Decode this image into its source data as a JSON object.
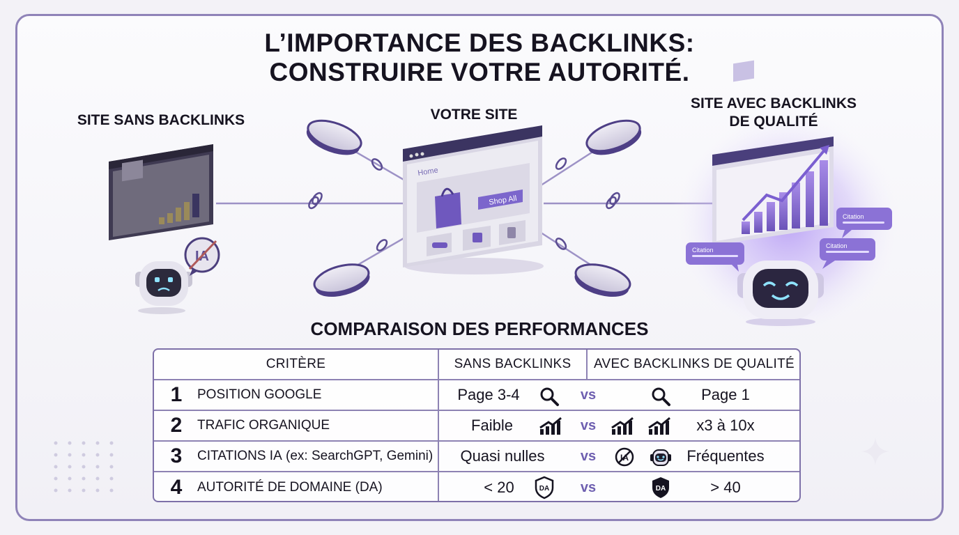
{
  "header": {
    "title_line1": "L’IMPORTANCE DES BACKLINKS:",
    "title_line2": "CONSTRUIRE VOTRE AUTORITÉ."
  },
  "sections": {
    "left_label": "SITE SANS BACKLINKS",
    "center_label": "VOTRE SITE",
    "right_label_line1": "SITE AVEC BACKLINKS",
    "right_label_line2": "DE QUALITÉ"
  },
  "center_site": {
    "nav_text": "Home",
    "button_text": "Shop All"
  },
  "left_robot": {
    "bubble_text": "IA"
  },
  "right_robot": {
    "bubble1": "Citation",
    "bubble2": "Citation",
    "bubble3": "Citation"
  },
  "comparison": {
    "title": "COMPARAISON DES PERFORMANCES",
    "headers": {
      "criteria": "CRITÈRE",
      "without": "SANS BACKLINKS",
      "with": "AVEC BACKLINKS DE QUALITÉ"
    },
    "vs_label": "vs",
    "rows": [
      {
        "num": "1",
        "criteria": "POSITION GOOGLE",
        "criteria_extra": "",
        "without": "Page 3-4",
        "with": "Page 1"
      },
      {
        "num": "2",
        "criteria": "TRAFIC ORGANIQUE",
        "criteria_extra": "",
        "without": "Faible",
        "with": "x3 à 10x"
      },
      {
        "num": "3",
        "criteria": "CITATIONS IA",
        "criteria_extra": " (ex: SearchGPT, Gemini)",
        "without": "Quasi nulles",
        "with": "Fréquentes"
      },
      {
        "num": "4",
        "criteria": "AUTORITÉ DE DOMAINE (DA)",
        "criteria_extra": "",
        "without": "< 20",
        "with": "> 40"
      }
    ],
    "badge_text": "DA"
  },
  "colors": {
    "accent": "#6e5fb0",
    "accent_dark": "#3f3568",
    "border": "#8f83b8",
    "text": "#161320"
  }
}
